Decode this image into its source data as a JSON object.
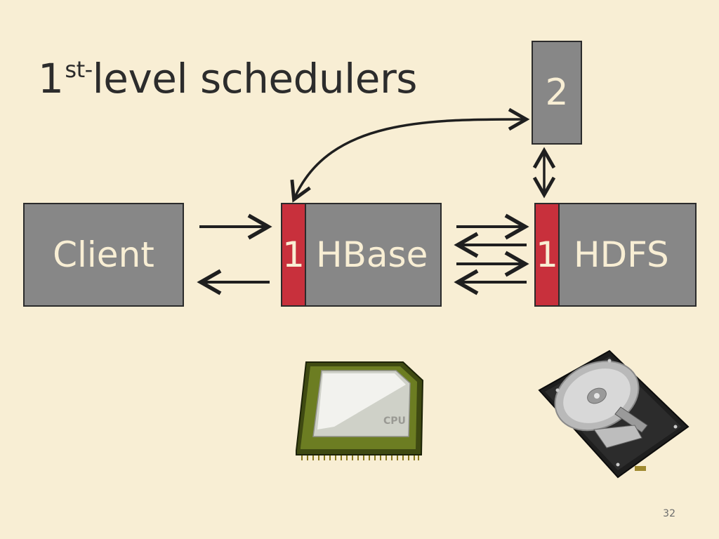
{
  "title": {
    "prefix": "1",
    "superscript": "st-",
    "suffix": "level schedulers"
  },
  "boxes": {
    "client": "Client",
    "hbase": "HBase",
    "hdfs": "HDFS",
    "second_level": "2"
  },
  "tags": {
    "hbase": "1",
    "hdfs": "1"
  },
  "cpu_label": "CPU",
  "page_number": "32",
  "colors": {
    "background": "#f8eed4",
    "box": "#878787",
    "tag": "#c8303c",
    "text_light": "#f8eed4",
    "arrow": "#1f1f1f"
  },
  "icons": {
    "cpu": "cpu-chip-icon",
    "disk": "hard-disk-icon"
  }
}
